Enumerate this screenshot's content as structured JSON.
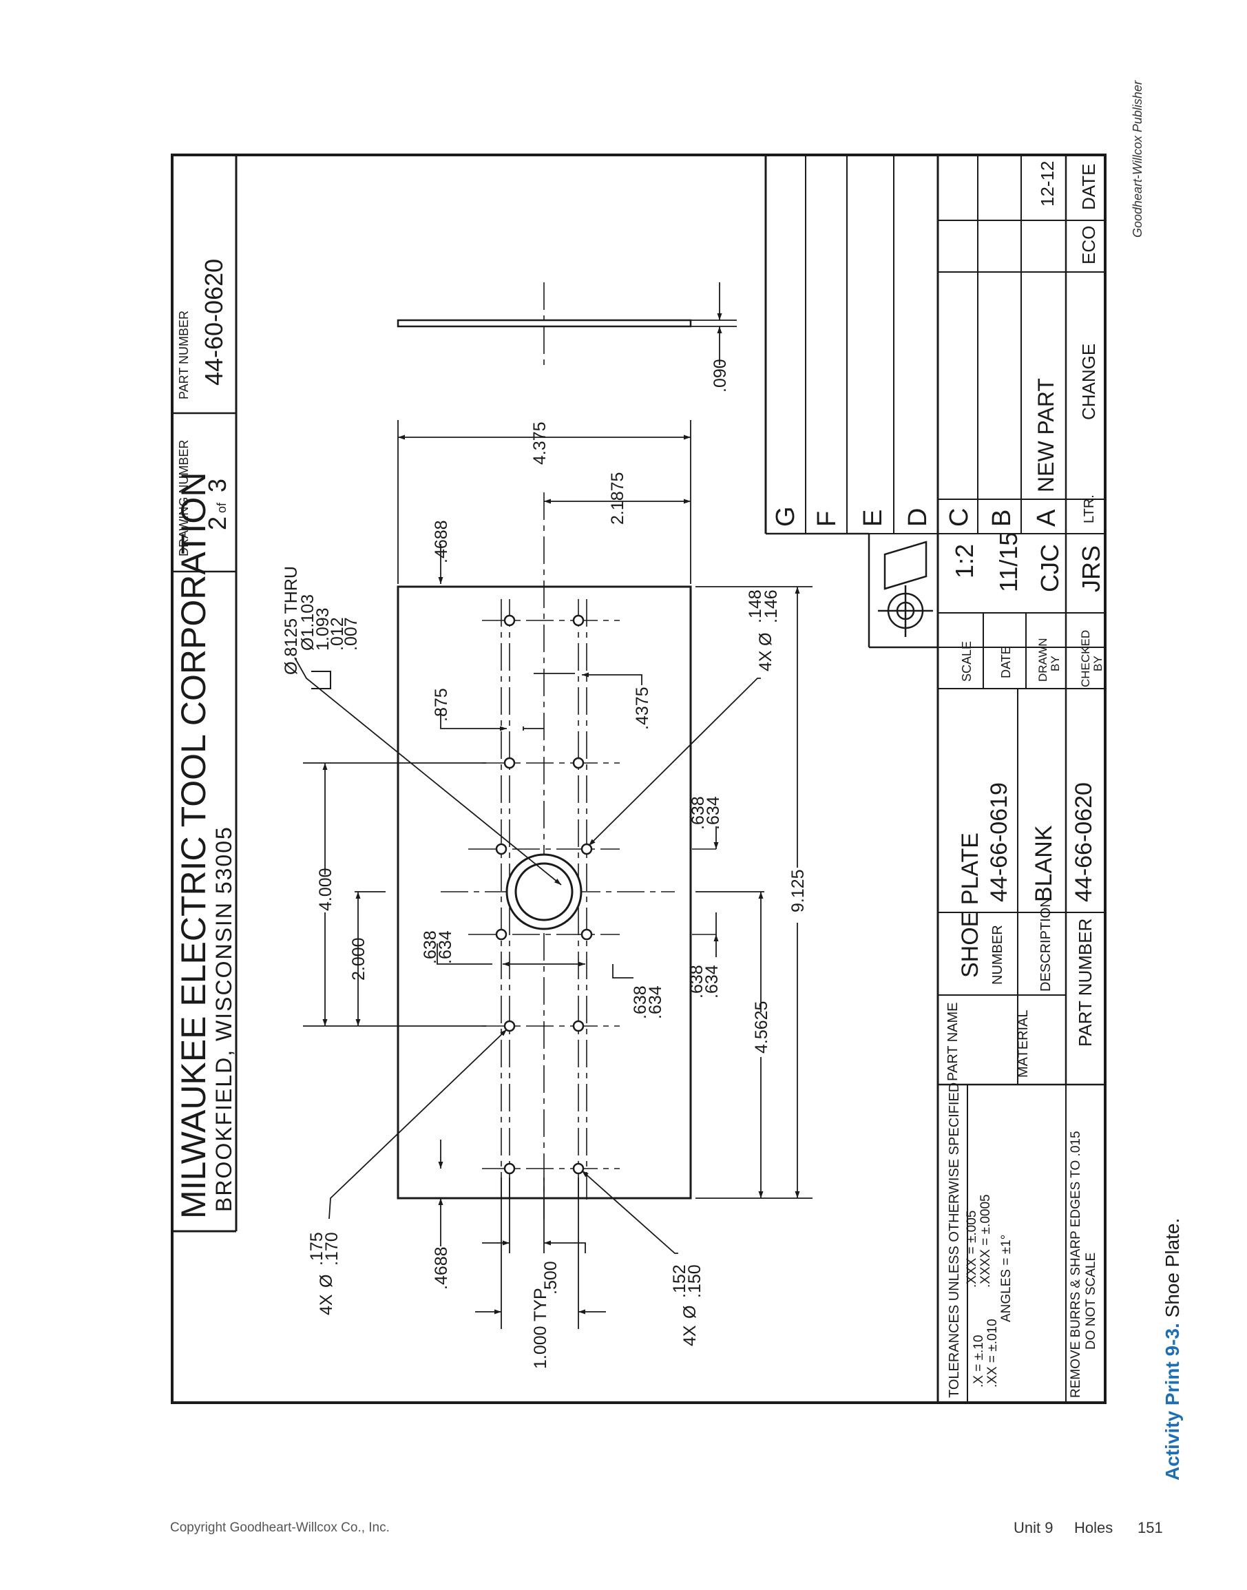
{
  "title_block": {
    "company": "MILWAUKEE ELECTRIC TOOL CORPORATION",
    "address": "BROOKFIELD, WISCONSIN    53005",
    "drawing_number_label": "DRAWING NUMBER",
    "drawing_number_value": "2",
    "drawing_number_of": "of",
    "drawing_number_total": "3",
    "part_number_label": "PART NUMBER",
    "part_number_value": "44-60-0620"
  },
  "revisions": {
    "letters": [
      "G",
      "F",
      "E",
      "D",
      "C",
      "B",
      "A"
    ],
    "a_change": "NEW PART",
    "a_date": "12-12",
    "ltr_label": "LTR.",
    "change_label": "CHANGE",
    "eco_label": "ECO",
    "date_label": "DATE"
  },
  "info_block": {
    "tolerances_label": "TOLERANCES UNLESS OTHERWISE SPECIFIED",
    "tol_x": ".X  =  ±.10",
    "tol_xx": ".XX =  ±.010",
    "tol_xxx": ".XXX  =  ±.005",
    "tol_xxxx": ".XXXX =  ±.0005",
    "tol_angles": "ANGLES =  ±1°",
    "remove_burrs": "REMOVE BURRS & SHARP EDGES TO .015",
    "do_not_scale": "DO NOT SCALE",
    "part_name_label": "PART NAME",
    "part_name_value": "SHOE  PLATE",
    "material_label": "MATERIAL",
    "number_label": "NUMBER",
    "number_value": "44-66-0619",
    "description_label": "DESCRIPTION",
    "description_value": "BLANK",
    "part_number_label": "PART NUMBER",
    "part_number_value": "44-66-0620",
    "scale_label": "SCALE",
    "scale_value": "1:2",
    "date_label": "DATE",
    "date_value": "11/15",
    "drawn_by_label_1": "DRAWN",
    "drawn_by_label_2": "BY",
    "drawn_by_value": "CJC",
    "checked_by_label_1": "CHECKED",
    "checked_by_label_2": "BY",
    "checked_by_value": "JRS"
  },
  "dimensions": {
    "d4688_top": ".4688",
    "d4375": "4.375",
    "d21875": "2.1875",
    "d090": ".090",
    "cb_1": "Ø.8125 THRU",
    "cb_2": "Ø1.103",
    "cb_3": "1.093",
    "cb_4": ".012",
    "cb_5": ".007",
    "d875": ".875",
    "d4375b": ".4375",
    "hole148_prefix": "4X",
    "hole148_hi": ".148",
    "hole148_lo": ".146",
    "d638a_hi": ".638",
    "d638a_lo": ".634",
    "d4000": "4.000",
    "d2000": "2.000",
    "d638b_hi": ".638",
    "d638b_lo": ".634",
    "d9125": "9.125",
    "d638c_hi": ".638",
    "d638c_lo": ".634",
    "d638d_hi": ".638",
    "d638d_lo": ".634",
    "d45625": "4.5625",
    "hole175_prefix": "4X",
    "hole175_hi": ".175",
    "hole175_lo": ".170",
    "d4688_left": ".4688",
    "d500": ".500",
    "typ1000": "1.000 TYP.",
    "hole152_prefix": "4X",
    "hole152_hi": ".152",
    "hole152_lo": ".150"
  },
  "footer": {
    "publisher": "Goodheart-Willcox Publisher",
    "caption_label": "Activity Print 9-3.",
    "caption_text": " Shoe Plate.",
    "copyright": "Copyright Goodheart-Willcox Co., Inc.",
    "unit": "Unit 9",
    "section": "Holes",
    "page": "151"
  },
  "colors": {
    "line": "#1a1a1a",
    "caption_accent": "#1d6eb5"
  }
}
